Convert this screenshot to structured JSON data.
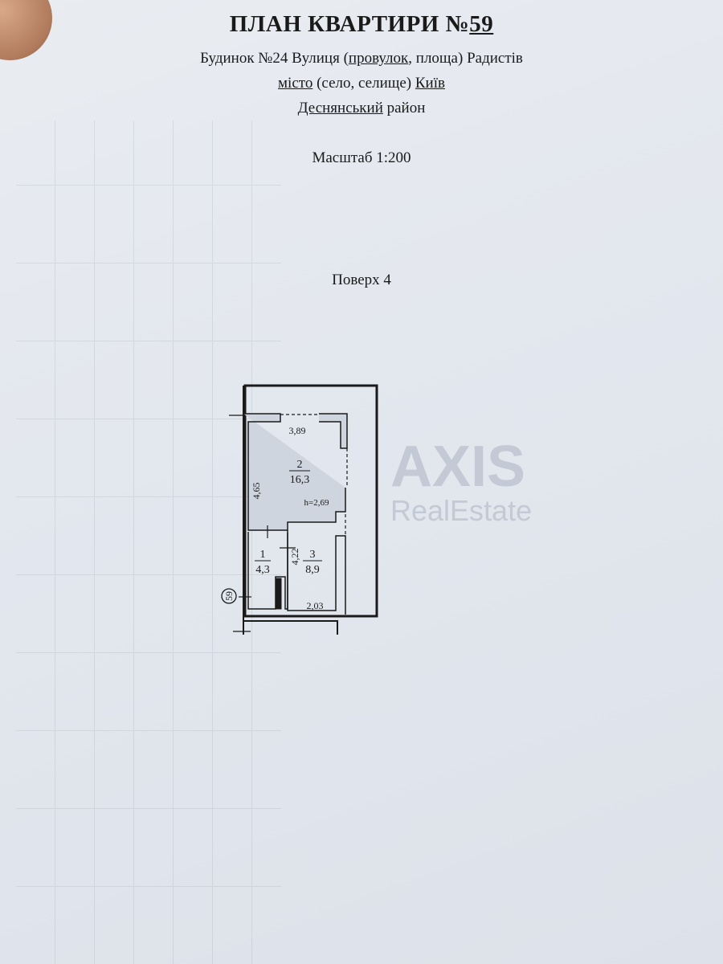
{
  "header": {
    "title_prefix": "ПЛАН КВАРТИРИ №",
    "apartment_number": "59",
    "line1": {
      "a": "Будинок №24 Вулиця (",
      "b": "провулок",
      "c": ", площа) Радистів"
    },
    "line2": {
      "a": "місто",
      "b": " (село, селище) ",
      "c": "Київ"
    },
    "line3": {
      "a": "Деснянський",
      "b": " район"
    },
    "scale": "Масштаб 1:200",
    "floor": "Поверх 4"
  },
  "plan": {
    "apartment_marker": "59",
    "rooms": [
      {
        "number": "1",
        "area": "4,3"
      },
      {
        "number": "2",
        "area": "16,3"
      },
      {
        "number": "3",
        "area": "8,9"
      }
    ],
    "dimensions": {
      "top": "3,89",
      "left": "4,65",
      "middle": "4,22",
      "bottom": "2,03",
      "height": "h=2,69"
    }
  },
  "watermark": {
    "brand": "AXIS",
    "sub": "RealEstate"
  },
  "colors": {
    "paper": "#e4e8ee",
    "ink": "#1a1a1a"
  }
}
